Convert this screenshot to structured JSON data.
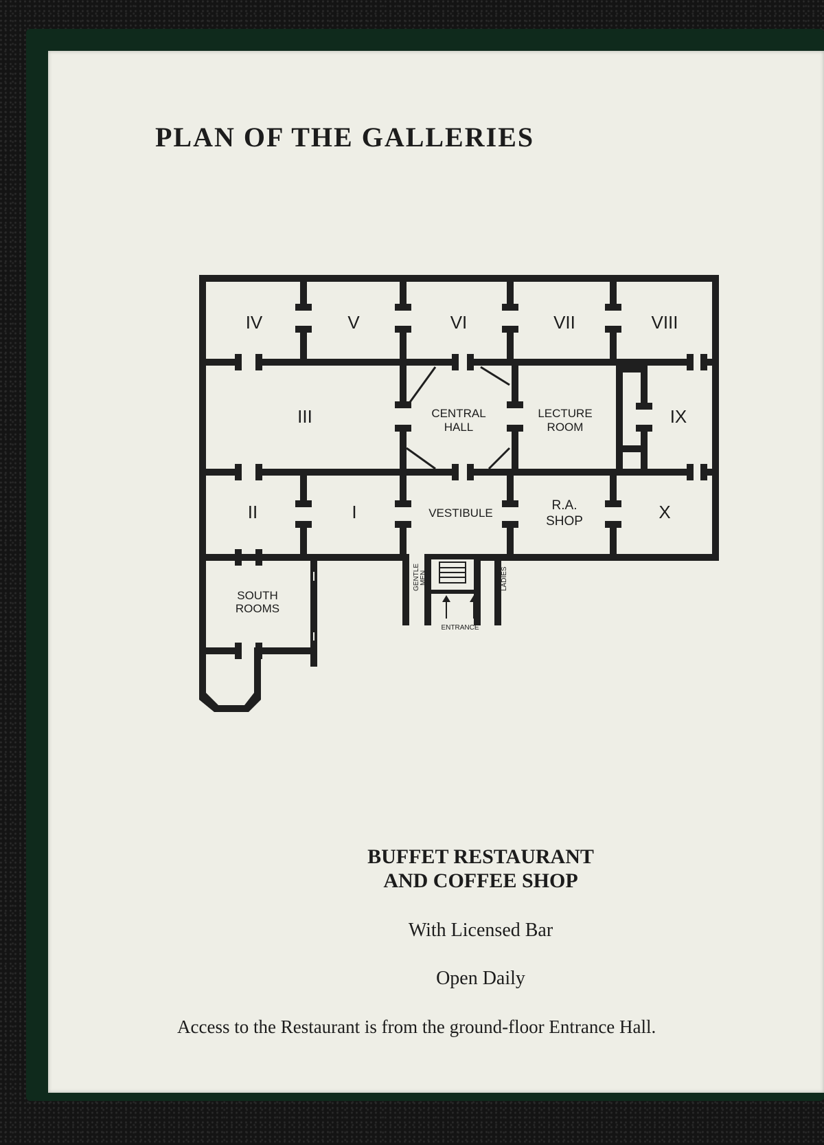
{
  "title": "PLAN OF THE GALLERIES",
  "plan": {
    "rooms": {
      "iv": "IV",
      "v": "V",
      "vi": "VI",
      "vii": "VII",
      "viii": "VIII",
      "iii": "III",
      "ix": "IX",
      "ii": "II",
      "i": "I",
      "x": "X",
      "central_hall_1": "CENTRAL",
      "central_hall_2": "HALL",
      "lecture_room_1": "LECTURE",
      "lecture_room_2": "ROOM",
      "vestibule": "VESTIBULE",
      "ra_shop_1": "R.A.",
      "ra_shop_2": "SHOP",
      "south_rooms_1": "SOUTH",
      "south_rooms_2": "ROOMS",
      "gentlemen_1": "GENTLE",
      "gentlemen_2": "MEN",
      "ladies": "LADIES",
      "entrance": "ENTRANCE"
    }
  },
  "restaurant": {
    "line1": "BUFFET RESTAURANT",
    "line2": "AND COFFEE SHOP",
    "bar": "With Licensed Bar",
    "open": "Open Daily",
    "access": "Access to the Restaurant is from the ground-floor Entrance Hall."
  },
  "colors": {
    "paper": "#eeeee6",
    "ink": "#1c1c1c",
    "cover": "#0f2a1c"
  }
}
